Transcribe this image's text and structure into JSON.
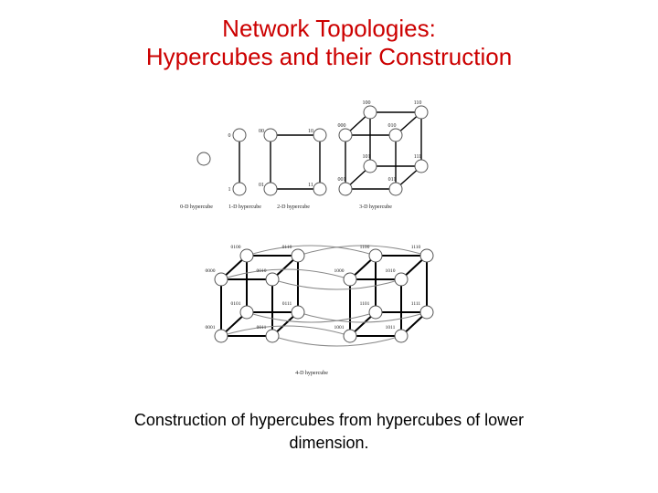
{
  "slide": {
    "title_line1": "Network Topologies:",
    "title_line2": "Hypercubes and their Construction",
    "caption": "Construction of hypercubes from hypercubes of lower dimension.",
    "title_color": "#cc0000"
  },
  "diagram": {
    "cube0": {
      "label": "0-D hypercube"
    },
    "cube1": {
      "label": "1-D hypercube",
      "nodes": [
        "0",
        "1"
      ]
    },
    "cube2": {
      "label": "2-D hypercube",
      "nodes": [
        "00",
        "01",
        "10",
        "11"
      ]
    },
    "cube3": {
      "label": "3-D hypercube",
      "nodes": [
        "000",
        "001",
        "010",
        "011",
        "100",
        "101",
        "110",
        "111"
      ]
    },
    "cube4": {
      "label": "4-D hypercube",
      "nodes": [
        "0000",
        "0001",
        "0010",
        "0011",
        "0100",
        "0101",
        "0110",
        "0111",
        "1000",
        "1001",
        "1010",
        "1011",
        "1100",
        "1101",
        "1110",
        "1111"
      ]
    }
  }
}
